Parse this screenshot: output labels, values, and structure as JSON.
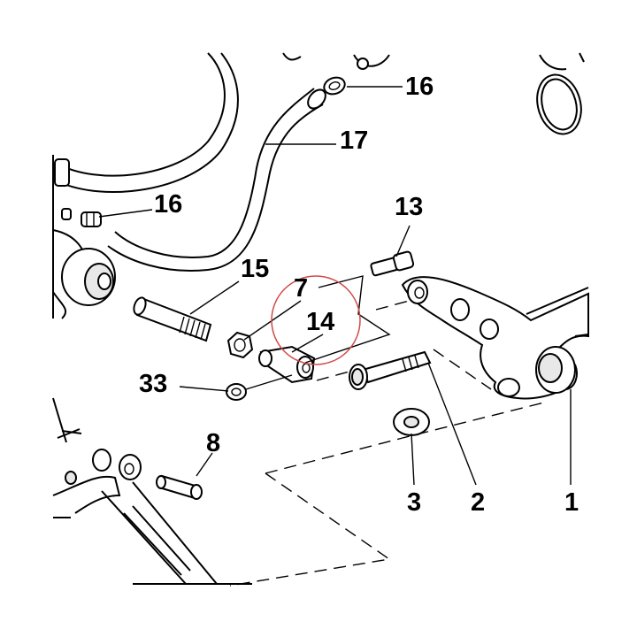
{
  "diagram": {
    "callouts": [
      {
        "id": "16a",
        "label": "16"
      },
      {
        "id": "17",
        "label": "17"
      },
      {
        "id": "16b",
        "label": "16"
      },
      {
        "id": "13",
        "label": "13"
      },
      {
        "id": "15",
        "label": "15"
      },
      {
        "id": "7",
        "label": "7"
      },
      {
        "id": "14",
        "label": "14"
      },
      {
        "id": "33",
        "label": "33"
      },
      {
        "id": "8",
        "label": "8"
      },
      {
        "id": "3",
        "label": "3"
      },
      {
        "id": "2",
        "label": "2"
      },
      {
        "id": "1",
        "label": "1"
      }
    ],
    "highlight_color": "#d04a4a"
  }
}
